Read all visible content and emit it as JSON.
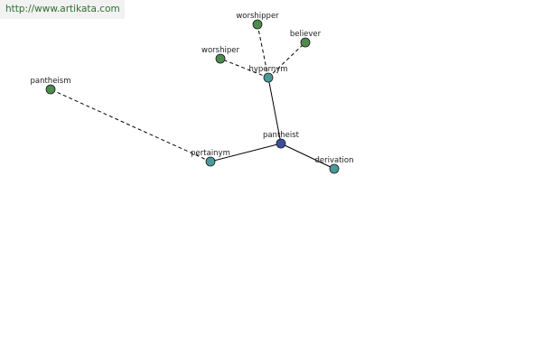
{
  "banner": {
    "url": "http://www.artikata.com"
  },
  "colors": {
    "leaf": "#4f8a4f",
    "relation": "#4a9a9a",
    "root": "#3a4f9a"
  },
  "graph": {
    "nodes": [
      {
        "id": "pantheist",
        "label": "pantheist",
        "kind": "root"
      },
      {
        "id": "hypernym",
        "label": "hypernym",
        "kind": "relation"
      },
      {
        "id": "pertainym",
        "label": "pertainym",
        "kind": "relation"
      },
      {
        "id": "derivation",
        "label": "derivation",
        "kind": "relation"
      },
      {
        "id": "worshipper",
        "label": "worshipper",
        "kind": "leaf"
      },
      {
        "id": "worshiper",
        "label": "worshiper",
        "kind": "leaf"
      },
      {
        "id": "believer",
        "label": "believer",
        "kind": "leaf"
      },
      {
        "id": "pantheism",
        "label": "pantheism",
        "kind": "leaf"
      }
    ],
    "edges": [
      {
        "from": "pantheist",
        "to": "hypernym",
        "style": "solid"
      },
      {
        "from": "pantheist",
        "to": "pertainym",
        "style": "solid"
      },
      {
        "from": "pantheist",
        "to": "derivation",
        "style": "solid"
      },
      {
        "from": "hypernym",
        "to": "worshipper",
        "style": "dashed"
      },
      {
        "from": "hypernym",
        "to": "worshiper",
        "style": "dashed"
      },
      {
        "from": "hypernym",
        "to": "believer",
        "style": "dashed"
      },
      {
        "from": "pertainym",
        "to": "pantheism",
        "style": "dashed"
      }
    ]
  }
}
